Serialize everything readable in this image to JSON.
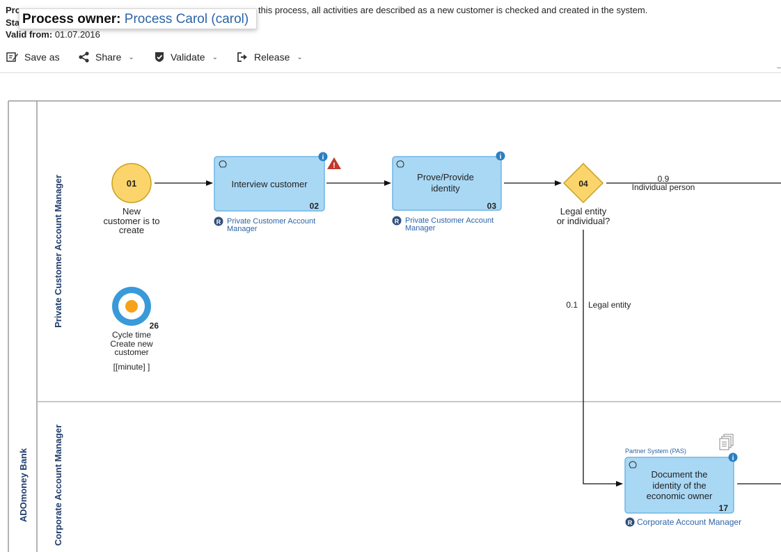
{
  "meta": {
    "process_label": "Pro",
    "status_label": "Sta",
    "description_tail": "this process, all activities are described as a new customer is checked and created in the system.",
    "valid_from_label": "Valid from:",
    "valid_from_value": "01.07.2016"
  },
  "tooltip": {
    "label": "Process owner:",
    "value": "Process Carol (carol)"
  },
  "toolbar": {
    "save_as": "Save as",
    "share": "Share",
    "validate": "Validate",
    "release": "Release"
  },
  "pool": {
    "name": "ADOmoney Bank"
  },
  "lanes": [
    {
      "name": "Private Customer Account Manager"
    },
    {
      "name": "Corporate Account Manager"
    }
  ],
  "start_event": {
    "number": "01",
    "label_lines": [
      "New",
      "customer is to",
      "create"
    ]
  },
  "tasks": [
    {
      "title": "Interview customer",
      "number": "02",
      "role_lines": [
        "Private Customer Account",
        "Manager"
      ]
    },
    {
      "title_lines": [
        "Prove/Provide",
        "identity"
      ],
      "number": "03",
      "role_lines": [
        "Private Customer Account",
        "Manager"
      ]
    },
    {
      "title_lines": [
        "Document the",
        "identity of the",
        "economic owner"
      ],
      "number": "17",
      "system": "Partner System (PAS)",
      "role": "Corporate Account Manager"
    }
  ],
  "gateway": {
    "number": "04",
    "label_lines": [
      "Legal entity",
      "or individual?"
    ]
  },
  "flows": {
    "individual_prob": "0.9",
    "individual_label": "Individual person",
    "legal_prob": "0.1",
    "legal_label": "Legal entity"
  },
  "kpi": {
    "number": "26",
    "label_lines": [
      "Cycle time",
      "Create new",
      "customer"
    ],
    "unit": "[[minute]   ]"
  },
  "colors": {
    "task_fill": "#a9d8f5",
    "task_stroke": "#6fb6e3",
    "event_fill": "#fbd56b",
    "event_stroke": "#c9a020",
    "accent": "#2c64a6",
    "warning": "#c0392b"
  }
}
